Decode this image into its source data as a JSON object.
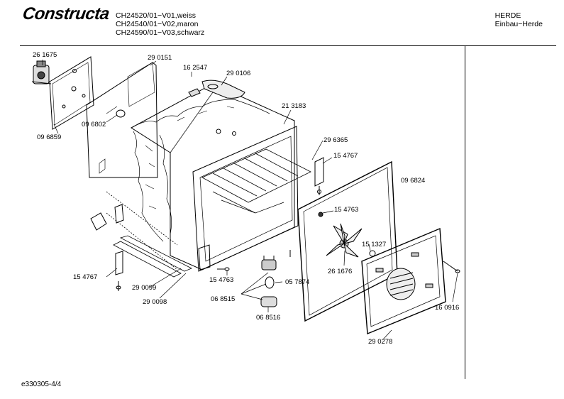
{
  "header": {
    "logo_text": "Constructa",
    "models": [
      "CH24520/01−V01,weiss",
      "CH24540/01−V02,maron",
      "CH24590/01−V03,schwarz"
    ],
    "category_line1": "HERDE",
    "category_line2": "Einbau−Herde"
  },
  "footer": {
    "doc_id": "e330305-4/4"
  },
  "part_labels": {
    "p261675": "26 1675",
    "p096859": "09 6859",
    "p290151": "29 0151",
    "p162547": "16 2547",
    "p290106": "29 0106",
    "p096802": "09 6802",
    "p213183": "21 3183",
    "p296365": "29 6365",
    "p154767a": "15 4767",
    "p096824": "09 6824",
    "p154763a": "15 4763",
    "p151327": "15 1327",
    "p261676": "26 1676",
    "p154767b": "15 4767",
    "p154763b": "15 4763",
    "p057874": "05 7874",
    "p290099": "29 0099",
    "p290098": "29 0098",
    "p068515": "06 8515",
    "p068516": "06 8516",
    "p160916": "16 0916",
    "p290278": "29 0278"
  }
}
